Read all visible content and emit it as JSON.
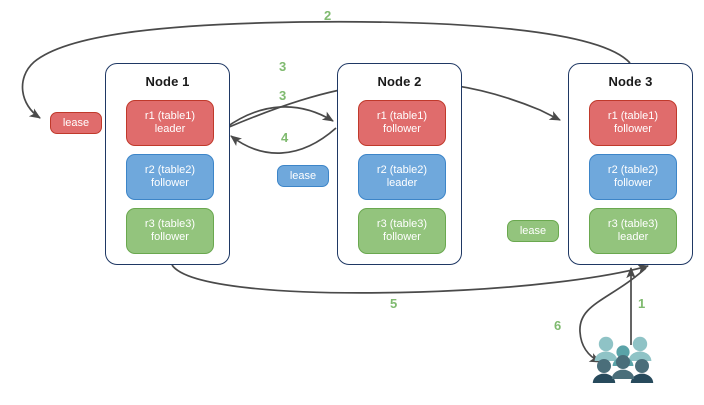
{
  "diagram": {
    "title": "raft-lease-distribution",
    "colors": {
      "red": "#e06c6c",
      "red_border": "#c0392b",
      "blue": "#6fa8dc",
      "blue_border": "#3d85c8",
      "green": "#93c47d",
      "green_border": "#6aa84f",
      "node_border": "#1f3864",
      "edge": "#4a4a4a",
      "label": "#7fba6f",
      "user_light": "#8fc3c6",
      "user_mid": "#5aa3a8",
      "user_dark": "#4a6e7a",
      "user_darkest": "#274a5c"
    },
    "nodes": [
      {
        "id": "node1",
        "title": "Node 1",
        "replicas": [
          {
            "name": "r1 (table1)",
            "role": "leader",
            "color": "red"
          },
          {
            "name": "r2 (table2)",
            "role": "follower",
            "color": "blue"
          },
          {
            "name": "r3 (table3)",
            "role": "follower",
            "color": "green"
          }
        ]
      },
      {
        "id": "node2",
        "title": "Node 2",
        "replicas": [
          {
            "name": "r1 (table1)",
            "role": "follower",
            "color": "red"
          },
          {
            "name": "r2 (table2)",
            "role": "leader",
            "color": "blue"
          },
          {
            "name": "r3 (table3)",
            "role": "follower",
            "color": "green"
          }
        ]
      },
      {
        "id": "node3",
        "title": "Node 3",
        "replicas": [
          {
            "name": "r1 (table1)",
            "role": "follower",
            "color": "red"
          },
          {
            "name": "r2 (table2)",
            "role": "follower",
            "color": "blue"
          },
          {
            "name": "r3 (table3)",
            "role": "leader",
            "color": "green"
          }
        ]
      }
    ],
    "leases": [
      {
        "id": "lease-red",
        "label": "lease",
        "color": "red"
      },
      {
        "id": "lease-blue",
        "label": "lease",
        "color": "blue"
      },
      {
        "id": "lease-green",
        "label": "lease",
        "color": "green"
      }
    ],
    "edge_labels": [
      {
        "id": "step-2",
        "text": "2"
      },
      {
        "id": "step-3a",
        "text": "3"
      },
      {
        "id": "step-3b",
        "text": "3"
      },
      {
        "id": "step-4",
        "text": "4"
      },
      {
        "id": "step-5",
        "text": "5"
      },
      {
        "id": "step-1",
        "text": "1"
      },
      {
        "id": "step-6",
        "text": "6"
      }
    ],
    "actor": {
      "id": "users",
      "icon": "users-icon"
    }
  }
}
